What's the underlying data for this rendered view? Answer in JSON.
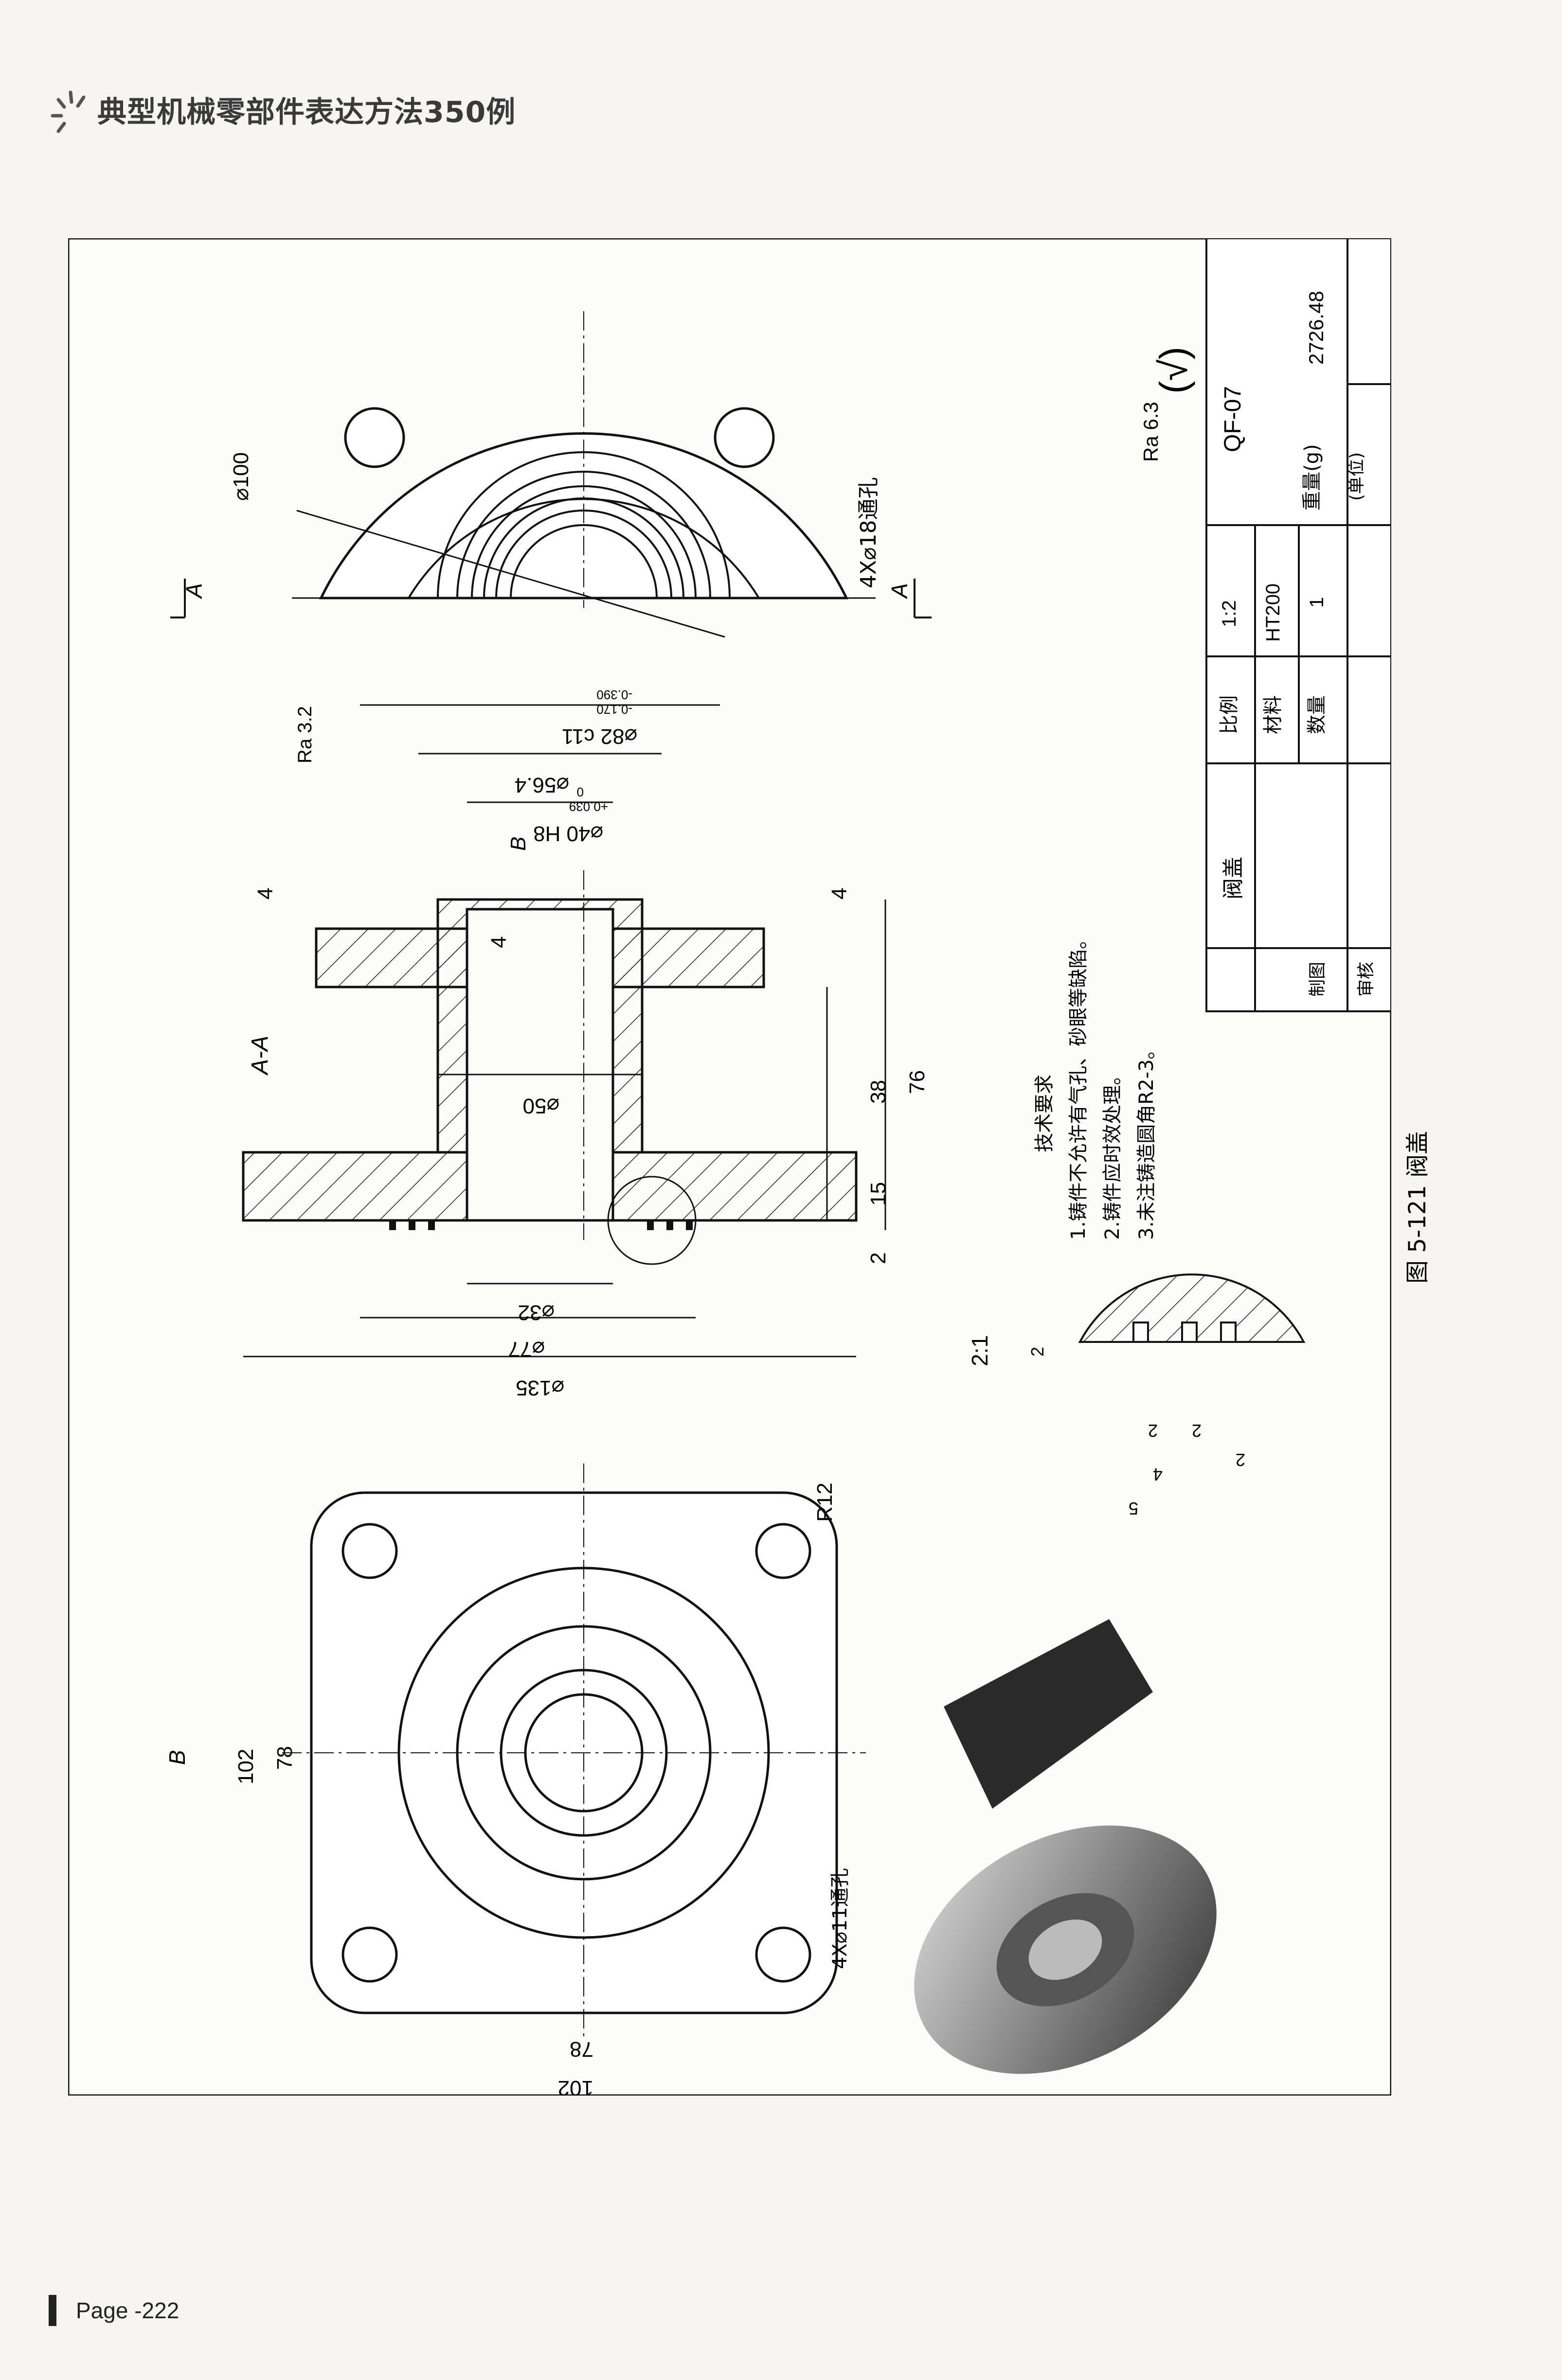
{
  "header": {
    "book_title": "典型机械零部件表达方法350例",
    "icon": "sparkle-burst-icon"
  },
  "footer": {
    "page_label": "Page -222"
  },
  "caption": {
    "text": "图 5-121    阀盖"
  },
  "views": {
    "front_view": {
      "width_dims": [
        "102",
        "78"
      ],
      "height_dims": [
        "102",
        "78"
      ],
      "corner_radius": "R12",
      "hole_callout": "4X⌀11通孔",
      "section_label": "B"
    },
    "section_view": {
      "label": "A-A",
      "diameters": [
        "⌀135",
        "⌀77",
        "⌀32",
        "⌀50",
        "⌀40 H8",
        "⌀56.4",
        "⌀82 c11"
      ],
      "tol_40_upper": "+0.039",
      "tol_40_lower": "0",
      "tol_82_upper": "-0.170",
      "tol_82_lower": "-0.390",
      "lengths": [
        "2",
        "15",
        "38",
        "76",
        "4",
        "4",
        "4"
      ],
      "roughness": "Ra 3.2",
      "arrow_label": "B"
    },
    "top_view": {
      "diameter": "⌀100",
      "hole_callout": "4X⌀18通孔",
      "section_letter_left": "A",
      "section_letter_right": "A"
    },
    "detail_view": {
      "scale": "2:1",
      "dims": [
        "2",
        "2",
        "2",
        "4",
        "2",
        "5"
      ]
    }
  },
  "tech_requirements": {
    "heading": "技术要求",
    "items": [
      "1.铸件不允许有气孔、砂眼等缺陷。",
      "2.铸件应时效处理。",
      "3.未注铸造圆角R2-3。"
    ]
  },
  "surface_finish": {
    "general": "Ra 6.3",
    "other_symbol": "(√)"
  },
  "title_block": {
    "part_name": "阀盖",
    "drawing_no": "QF-07",
    "scale_label": "比例",
    "scale_value": "1:2",
    "material_label": "材料",
    "material_value": "HT200",
    "qty_label": "数量",
    "qty_value": "1",
    "weight_label": "重量(g)",
    "weight_unit": "(单位)",
    "weight_value": "2726.48",
    "drawn_label": "制图",
    "checked_label": "审核"
  }
}
